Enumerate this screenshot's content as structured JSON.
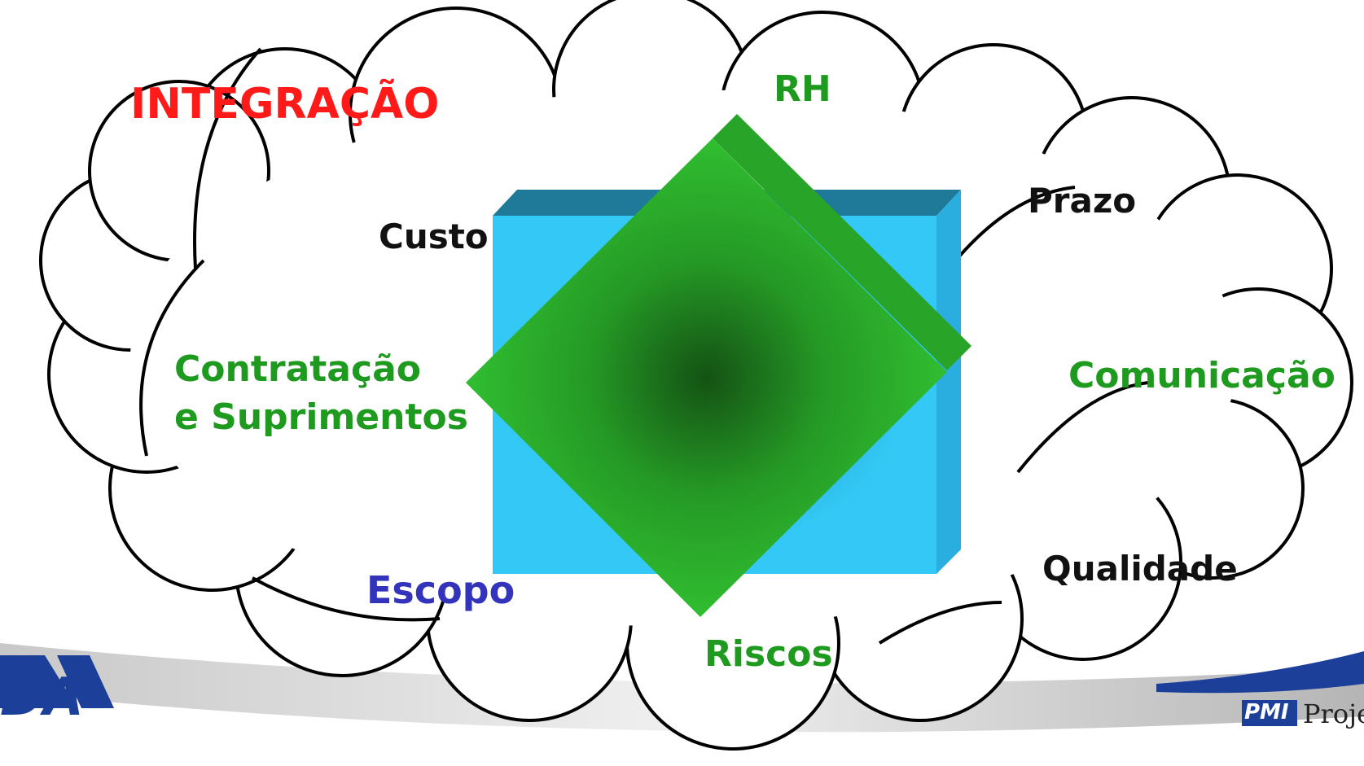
{
  "diagram": {
    "title": "INTEGRAÇÃO",
    "labels": {
      "rh": "RH",
      "prazo": "Prazo",
      "custo": "Custo",
      "contratacao_line1": "Contratação",
      "contratacao_line2": "e Suprimentos",
      "comunicacao": "Comunicação",
      "qualidade": "Qualidade",
      "escopo": "Escopo",
      "riscos": "Riscos"
    },
    "logos": {
      "left": "DA",
      "right_mark": "PMI",
      "right_text": "Proje"
    }
  },
  "colors": {
    "title": "#ff1a1a",
    "green_label": "#1e9a1e",
    "blue_label": "#3333bb",
    "cube_face": "#33c8f5",
    "cube_top": "#1f7a9a",
    "cube_side": "#2aaee0",
    "diamond": "#33c533",
    "diamond_edge": "#28a428",
    "diamond_center": "#145214"
  }
}
